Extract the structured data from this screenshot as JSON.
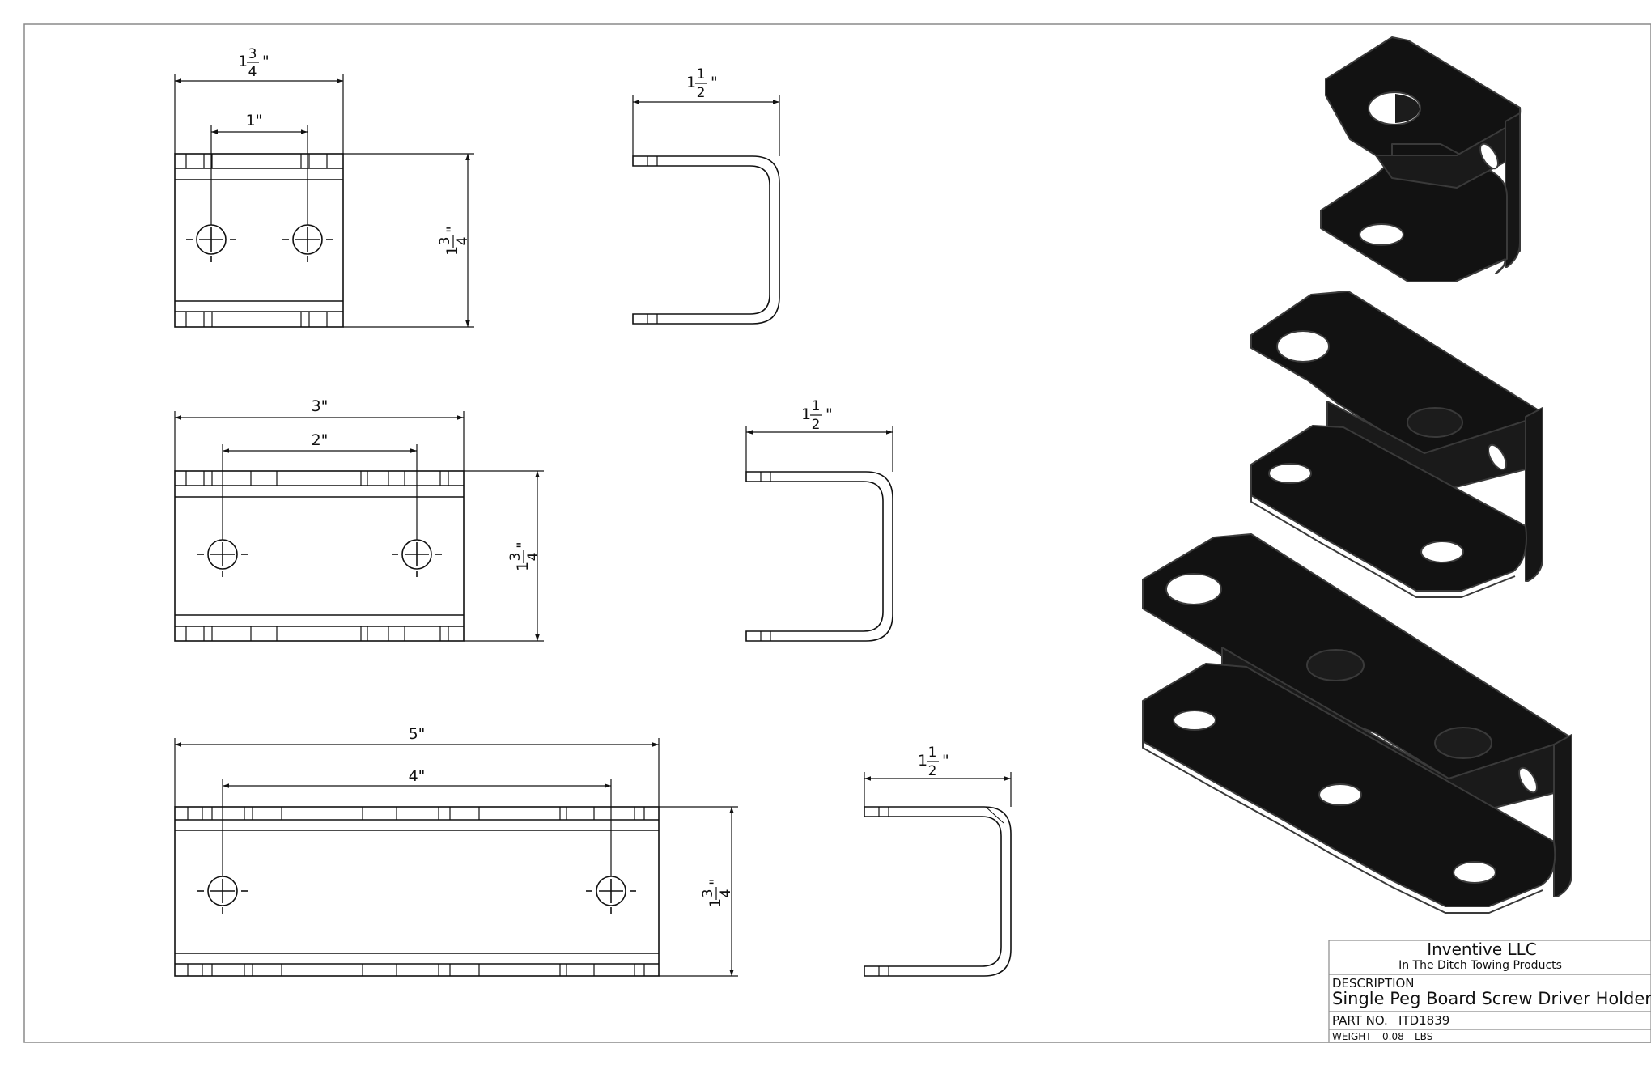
{
  "views": {
    "small_front": {
      "overall_width": "1",
      "overall_frac": [
        "3",
        "4"
      ],
      "hole_spacing": "1\"",
      "height_whole": "1",
      "height_frac": [
        "3",
        "4"
      ]
    },
    "small_side": {
      "width_whole": "1",
      "width_frac": [
        "1",
        "2"
      ]
    },
    "medium_front": {
      "overall_width": "3\"",
      "hole_spacing": "2\"",
      "height_whole": "1",
      "height_frac": [
        "3",
        "4"
      ]
    },
    "medium_side": {
      "width_whole": "1",
      "width_frac": [
        "1",
        "2"
      ]
    },
    "large_front": {
      "overall_width": "5\"",
      "hole_spacing": "4\"",
      "height_whole": "1",
      "height_frac": [
        "3",
        "4"
      ]
    },
    "large_side": {
      "width_whole": "1",
      "width_frac": [
        "1",
        "2"
      ]
    }
  },
  "inch_mark": "\"",
  "title_block": {
    "company": "Inventive LLC",
    "subtitle": "In The Ditch Towing Products",
    "description_label": "DESCRIPTION",
    "description": "Single Peg Board Screw Driver Holder",
    "part_no_label": "PART  NO.",
    "part_no": "ITD1839",
    "weight_label": "WEIGHT",
    "weight_value": "0.08",
    "weight_unit": "LBS"
  },
  "colors": {
    "line": "#111111",
    "solid": "#121212",
    "solid_edge": "#3a3a3a",
    "highlight": "#2c2c2c"
  }
}
